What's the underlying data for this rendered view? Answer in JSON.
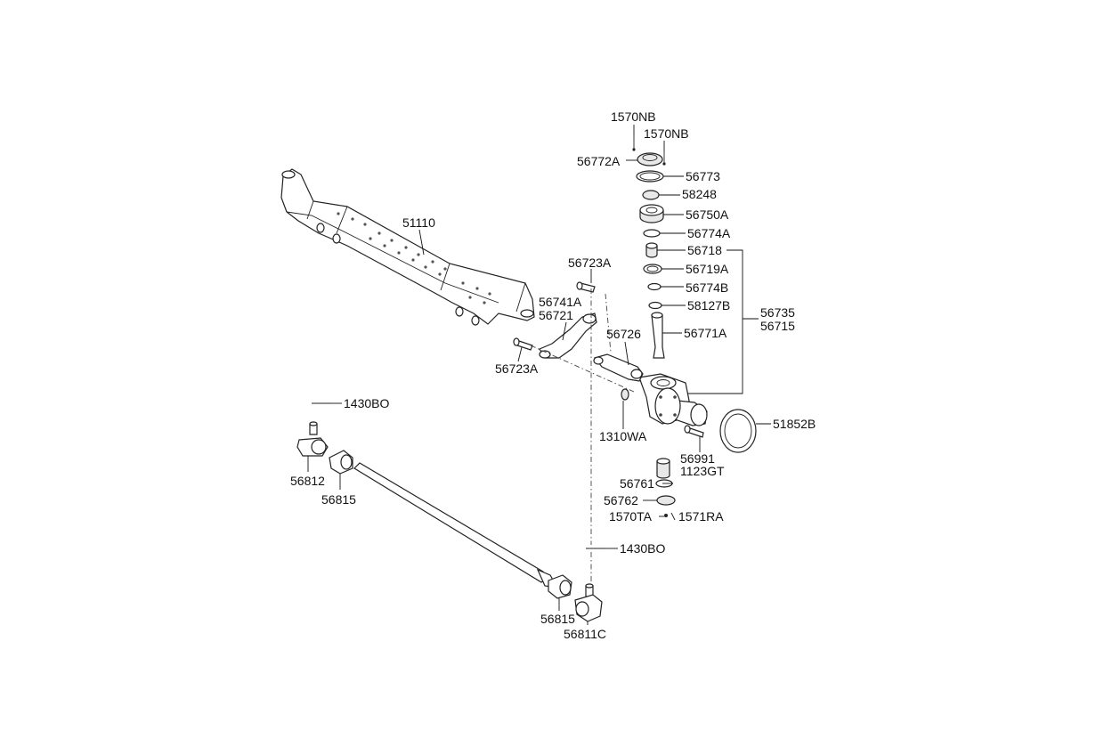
{
  "labels": {
    "p1570nb_top": "1570NB",
    "p1570nb_side": "1570NB",
    "p56772a": "56772A",
    "p56773": "56773",
    "p58248": "58248",
    "p56750a": "56750A",
    "p56774a": "56774A",
    "p56718": "56718",
    "p56719a": "56719A",
    "p56774b": "56774B",
    "p58127b": "58127B",
    "p56771a": "56771A",
    "p56735": "56735",
    "p56715": "56715",
    "p51110": "51110",
    "p56723a_top": "56723A",
    "p56741a": "56741A",
    "p56721": "56721",
    "p56723a_bottom": "56723A",
    "p56726": "56726",
    "p1310wa": "1310WA",
    "p51852b": "51852B",
    "p56991": "56991",
    "p1123gt": "1123GT",
    "p56761": "56761",
    "p56762": "56762",
    "p1570ta": "1570TA",
    "p1571ra": "1571RA",
    "p1430bo_left": "1430BO",
    "p1430bo_bottom": "1430BO",
    "p56812": "56812",
    "p56815_left": "56815",
    "p56815_right": "56815",
    "p56811c": "56811C"
  }
}
